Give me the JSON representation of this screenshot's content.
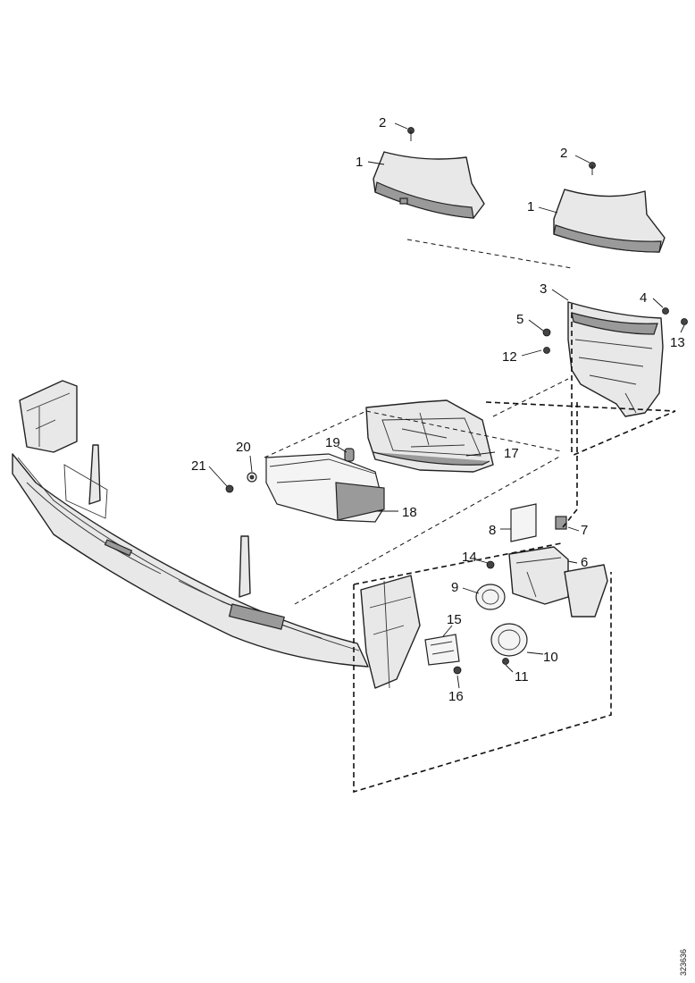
{
  "diagram": {
    "reference_number": "323636",
    "callouts": {
      "c1a": "1",
      "c1b": "1",
      "c2a": "2",
      "c2b": "2",
      "c3": "3",
      "c4": "4",
      "c5": "5",
      "c6": "6",
      "c7": "7",
      "c8": "8",
      "c9": "9",
      "c10": "10",
      "c11": "11",
      "c12": "12",
      "c13": "13",
      "c14": "14",
      "c15": "15",
      "c16": "16",
      "c17": "17",
      "c18": "18",
      "c19": "19",
      "c20": "20",
      "c21": "21"
    }
  }
}
